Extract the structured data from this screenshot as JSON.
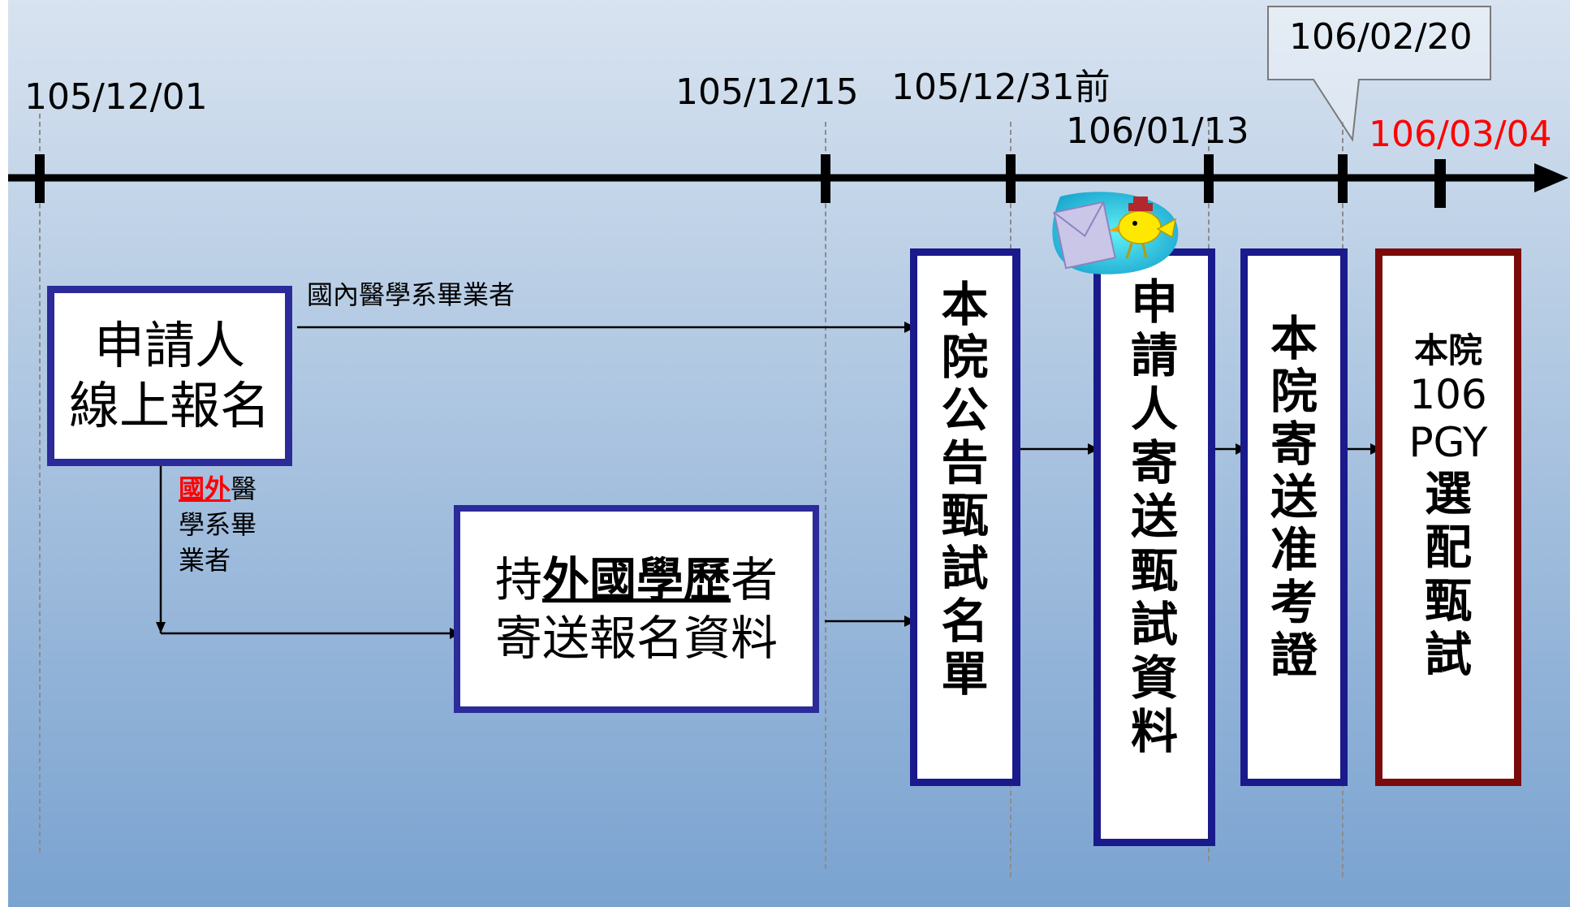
{
  "timeline": {
    "dates": {
      "d1": "105/12/01",
      "d2": "105/12/15",
      "d3": "105/12/31前",
      "d4": "106/01/13",
      "d5": "106/02/20",
      "d6": "106/03/04"
    },
    "colors": {
      "highlight": "#ff0000",
      "navy": "#1f1f8f",
      "maroon": "#800000"
    }
  },
  "boxes": {
    "apply_online": {
      "line1": "申請人",
      "line2": "線上報名"
    },
    "foreign_send": {
      "prefix": "持",
      "bold": "外國學歷",
      "suffix": "者",
      "line2": "寄送報名資料"
    },
    "announce": [
      "本",
      "院",
      "公",
      "告",
      "甄",
      "試",
      "名",
      "單"
    ],
    "applicant_send": [
      "申",
      "請",
      "人",
      "寄",
      "送",
      "甄",
      "試",
      "資",
      "料"
    ],
    "admission_card": [
      "本",
      "院",
      "寄",
      "送",
      "准",
      "考",
      "證"
    ],
    "pgy_exam": {
      "line1": "本院",
      "line2": "106",
      "line3": "PGY",
      "chars": [
        "選",
        "配",
        "甄",
        "試"
      ]
    }
  },
  "labels": {
    "domestic": "國內醫學系畢業者",
    "foreign_red": "國外",
    "foreign_rest1": "醫",
    "foreign_rest2": "學系畢",
    "foreign_rest3": "業者"
  },
  "icons": {
    "mail": "mail-bird-icon"
  }
}
